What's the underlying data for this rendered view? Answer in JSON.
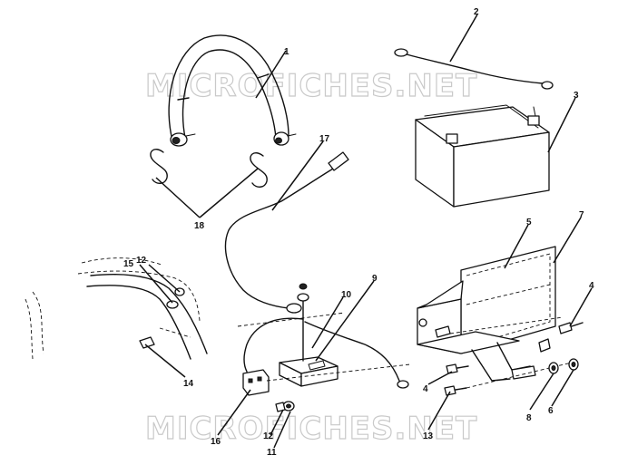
{
  "watermark": {
    "top": "MICROFICHES.NET",
    "bottom": "MICROFICHES.NET"
  },
  "callouts": {
    "c1": "1",
    "c2": "2",
    "c3": "3",
    "c4a": "4",
    "c4b": "4",
    "c5": "5",
    "c6": "6",
    "c7": "7",
    "c8": "8",
    "c9": "9",
    "c10": "10",
    "c11": "11",
    "c12a": "12",
    "c12b": "12",
    "c13": "13",
    "c14": "14",
    "c15": "15",
    "c16": "16",
    "c17": "17",
    "c18": "18"
  }
}
